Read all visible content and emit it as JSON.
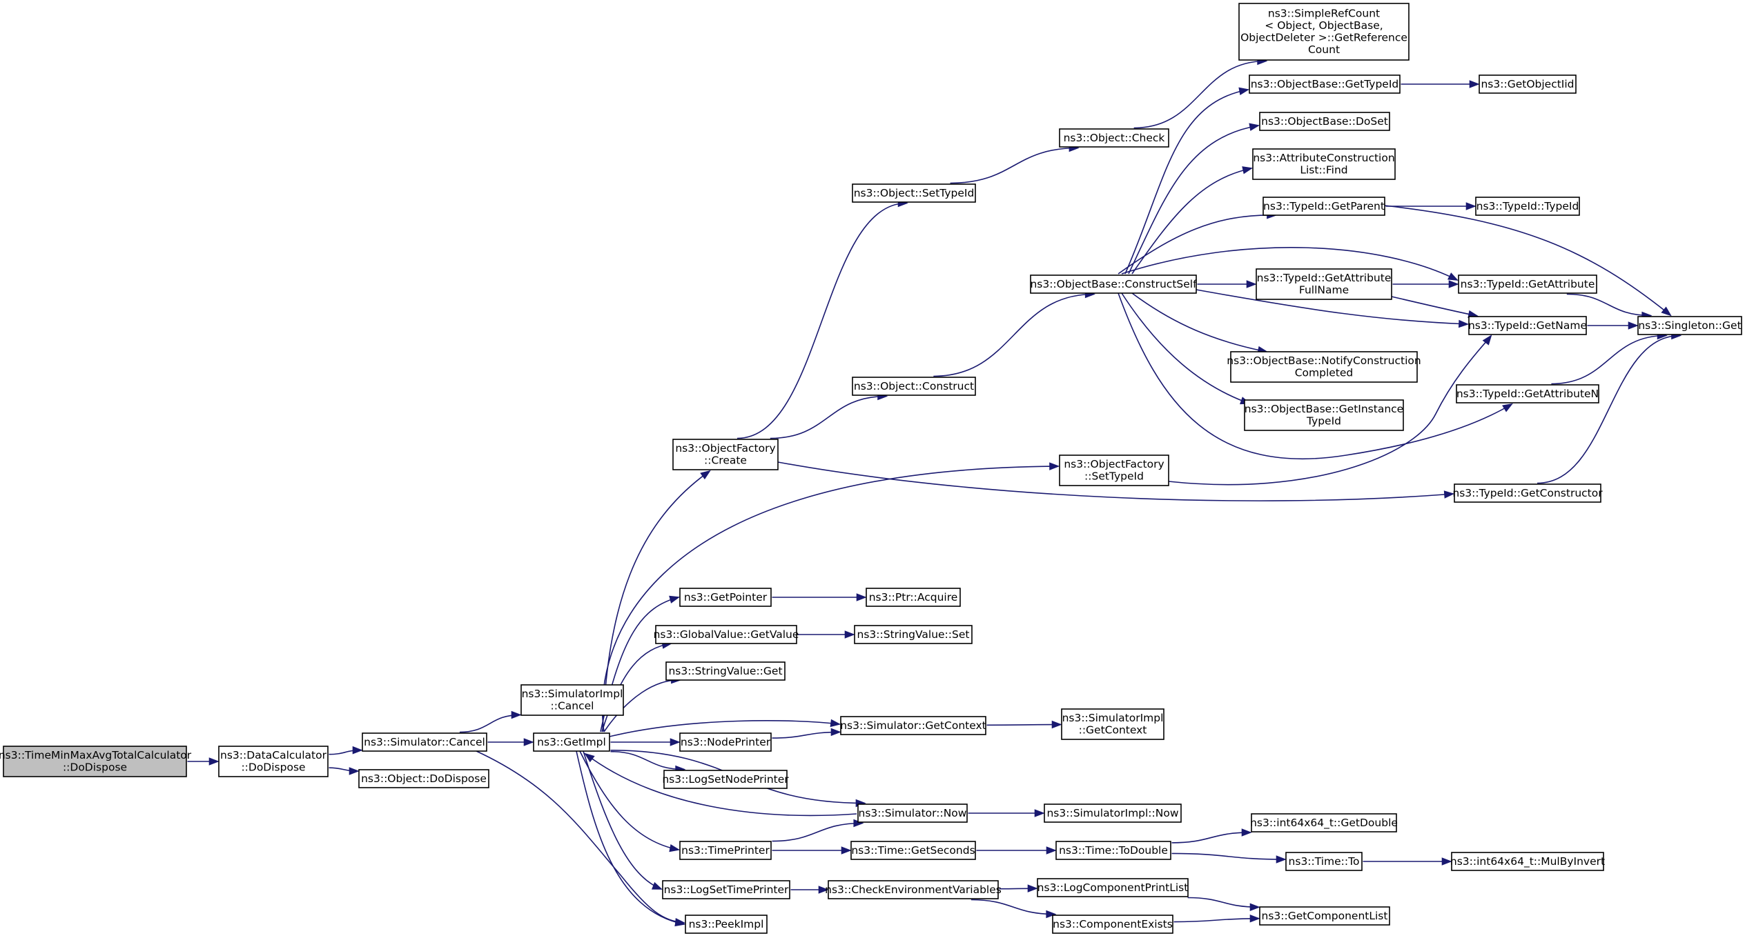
{
  "colors": {
    "edge": "#191970",
    "node_border": "#000000",
    "node_border_undocumented": "#ff0000",
    "root_fill": "#bfbfbf",
    "node_fill": "#ffffff"
  },
  "nodes": [
    {
      "id": "root",
      "lines": [
        "ns3::TimeMinMaxAvgTotalCalculator",
        "::DoDispose"
      ],
      "style": "root"
    },
    {
      "id": "dc_dodispose",
      "lines": [
        "ns3::DataCalculator",
        "::DoDispose"
      ]
    },
    {
      "id": "sim_cancel",
      "lines": [
        "ns3::Simulator::Cancel"
      ]
    },
    {
      "id": "obj_dodispose",
      "lines": [
        "ns3::Object::DoDispose"
      ]
    },
    {
      "id": "simimpl_cancel",
      "lines": [
        "ns3::SimulatorImpl",
        "::Cancel"
      ]
    },
    {
      "id": "getimpl",
      "lines": [
        "ns3::GetImpl"
      ]
    },
    {
      "id": "peekimpl",
      "lines": [
        "ns3::PeekImpl"
      ]
    },
    {
      "id": "objfactory_create",
      "lines": [
        "ns3::ObjectFactory",
        "::Create"
      ]
    },
    {
      "id": "getpointer",
      "lines": [
        "ns3::GetPointer"
      ]
    },
    {
      "id": "globalvalue_getvalue",
      "lines": [
        "ns3::GlobalValue::GetValue"
      ]
    },
    {
      "id": "stringvalue_get",
      "lines": [
        "ns3::StringValue::Get"
      ]
    },
    {
      "id": "nodeprinter",
      "lines": [
        "ns3::NodePrinter"
      ]
    },
    {
      "id": "logsetnodeprinter",
      "lines": [
        "ns3::LogSetNodePrinter"
      ]
    },
    {
      "id": "timeprinter",
      "lines": [
        "ns3::TimePrinter"
      ]
    },
    {
      "id": "logsettimeprinter",
      "lines": [
        "ns3::LogSetTimePrinter"
      ]
    },
    {
      "id": "obj_settypeid",
      "lines": [
        "ns3::Object::SetTypeId"
      ]
    },
    {
      "id": "obj_construct",
      "lines": [
        "ns3::Object::Construct"
      ]
    },
    {
      "id": "ptr_acquire",
      "lines": [
        "ns3::Ptr::Acquire"
      ]
    },
    {
      "id": "stringvalue_set",
      "lines": [
        "ns3::StringValue::Set"
      ]
    },
    {
      "id": "sim_getcontext",
      "lines": [
        "ns3::Simulator::GetContext"
      ]
    },
    {
      "id": "sim_now",
      "lines": [
        "ns3::Simulator::Now"
      ]
    },
    {
      "id": "time_getseconds",
      "lines": [
        "ns3::Time::GetSeconds"
      ]
    },
    {
      "id": "checkenv",
      "lines": [
        "ns3::CheckEnvironmentVariables"
      ]
    },
    {
      "id": "obj_check",
      "lines": [
        "ns3::Object::Check"
      ]
    },
    {
      "id": "objbase_constructself",
      "lines": [
        "ns3::ObjectBase::ConstructSelf"
      ]
    },
    {
      "id": "objfactory_settypeid",
      "lines": [
        "ns3::ObjectFactory",
        "::SetTypeId"
      ]
    },
    {
      "id": "simimpl_getcontext",
      "lines": [
        "ns3::SimulatorImpl",
        "::GetContext"
      ]
    },
    {
      "id": "simimpl_now",
      "lines": [
        "ns3::SimulatorImpl::Now"
      ]
    },
    {
      "id": "time_todouble",
      "lines": [
        "ns3::Time::ToDouble"
      ]
    },
    {
      "id": "logcomponentprintlist",
      "lines": [
        "ns3::LogComponentPrintList"
      ]
    },
    {
      "id": "componentexists",
      "lines": [
        "ns3::ComponentExists"
      ]
    },
    {
      "id": "simplerefcount",
      "lines": [
        "ns3::SimpleRefCount",
        "< Object, ObjectBase,",
        " ObjectDeleter >::GetReference",
        "Count"
      ]
    },
    {
      "id": "objbase_gettypeid",
      "lines": [
        "ns3::ObjectBase::GetTypeId"
      ]
    },
    {
      "id": "objbase_doset",
      "lines": [
        "ns3::ObjectBase::DoSet"
      ]
    },
    {
      "id": "attrconstructionlist_find",
      "lines": [
        "ns3::AttributeConstruction",
        "List::Find"
      ]
    },
    {
      "id": "typeid_getparent",
      "lines": [
        "ns3::TypeId::GetParent"
      ]
    },
    {
      "id": "typeid_getattributefullname",
      "lines": [
        "ns3::TypeId::GetAttribute",
        "FullName"
      ]
    },
    {
      "id": "objbase_notifyconstructioncompleted",
      "lines": [
        "ns3::ObjectBase::NotifyConstruction",
        "Completed"
      ]
    },
    {
      "id": "objbase_getinstancetypeid",
      "lines": [
        "ns3::ObjectBase::GetInstance",
        "TypeId"
      ]
    },
    {
      "id": "int64_getdouble",
      "lines": [
        "ns3::int64x64_t::GetDouble"
      ]
    },
    {
      "id": "time_to",
      "lines": [
        "ns3::Time::To"
      ],
      "style": "undocumented"
    },
    {
      "id": "getcomponentlist",
      "lines": [
        "ns3::GetComponentList"
      ]
    },
    {
      "id": "getobjectiid",
      "lines": [
        "ns3::GetObjectIid"
      ],
      "style": "undocumented"
    },
    {
      "id": "typeid_typeid",
      "lines": [
        "ns3::TypeId::TypeId"
      ]
    },
    {
      "id": "typeid_getattribute",
      "lines": [
        "ns3::TypeId::GetAttribute"
      ]
    },
    {
      "id": "typeid_getname",
      "lines": [
        "ns3::TypeId::GetName"
      ]
    },
    {
      "id": "typeid_getattributen",
      "lines": [
        "ns3::TypeId::GetAttributeN"
      ]
    },
    {
      "id": "typeid_getconstructor",
      "lines": [
        "ns3::TypeId::GetConstructor"
      ]
    },
    {
      "id": "int64_mulbyinvert",
      "lines": [
        "ns3::int64x64_t::MulByInvert"
      ],
      "style": "undocumented"
    },
    {
      "id": "singleton_get",
      "lines": [
        "ns3::Singleton::Get"
      ]
    }
  ],
  "edges": [
    [
      "root",
      "dc_dodispose"
    ],
    [
      "dc_dodispose",
      "sim_cancel"
    ],
    [
      "dc_dodispose",
      "obj_dodispose"
    ],
    [
      "sim_cancel",
      "simimpl_cancel"
    ],
    [
      "sim_cancel",
      "getimpl"
    ],
    [
      "sim_cancel",
      "peekimpl"
    ],
    [
      "getimpl",
      "objfactory_create"
    ],
    [
      "getimpl",
      "objfactory_settypeid"
    ],
    [
      "getimpl",
      "getpointer"
    ],
    [
      "getimpl",
      "globalvalue_getvalue"
    ],
    [
      "getimpl",
      "stringvalue_get"
    ],
    [
      "getimpl",
      "nodeprinter"
    ],
    [
      "getimpl",
      "sim_getcontext"
    ],
    [
      "getimpl",
      "logsetnodeprinter"
    ],
    [
      "getimpl",
      "sim_now"
    ],
    [
      "getimpl",
      "timeprinter"
    ],
    [
      "getimpl",
      "logsettimeprinter"
    ],
    [
      "getimpl",
      "peekimpl"
    ],
    [
      "objfactory_create",
      "obj_settypeid"
    ],
    [
      "objfactory_create",
      "obj_construct"
    ],
    [
      "objfactory_create",
      "typeid_getconstructor"
    ],
    [
      "obj_settypeid",
      "obj_check"
    ],
    [
      "obj_check",
      "simplerefcount"
    ],
    [
      "obj_construct",
      "objbase_constructself"
    ],
    [
      "objbase_constructself",
      "objbase_gettypeid"
    ],
    [
      "objbase_constructself",
      "objbase_doset"
    ],
    [
      "objbase_constructself",
      "attrconstructionlist_find"
    ],
    [
      "objbase_constructself",
      "typeid_getparent"
    ],
    [
      "objbase_constructself",
      "typeid_getattribute"
    ],
    [
      "objbase_constructself",
      "typeid_getattributefullname"
    ],
    [
      "objbase_constructself",
      "typeid_getname"
    ],
    [
      "objbase_constructself",
      "objbase_notifyconstructioncompleted"
    ],
    [
      "objbase_constructself",
      "objbase_getinstancetypeid"
    ],
    [
      "objbase_constructself",
      "typeid_getattributen"
    ],
    [
      "objbase_gettypeid",
      "getobjectiid"
    ],
    [
      "typeid_getparent",
      "typeid_typeid"
    ],
    [
      "typeid_getparent",
      "singleton_get"
    ],
    [
      "typeid_getattributefullname",
      "typeid_getattribute"
    ],
    [
      "typeid_getattributefullname",
      "typeid_getname"
    ],
    [
      "typeid_getattribute",
      "singleton_get"
    ],
    [
      "typeid_getname",
      "singleton_get"
    ],
    [
      "typeid_getattributen",
      "singleton_get"
    ],
    [
      "typeid_getconstructor",
      "singleton_get"
    ],
    [
      "objfactory_settypeid",
      "typeid_getname"
    ],
    [
      "getpointer",
      "ptr_acquire"
    ],
    [
      "globalvalue_getvalue",
      "stringvalue_set"
    ],
    [
      "nodeprinter",
      "sim_getcontext"
    ],
    [
      "sim_getcontext",
      "simimpl_getcontext"
    ],
    [
      "sim_now",
      "simimpl_now"
    ],
    [
      "sim_now",
      "getimpl"
    ],
    [
      "timeprinter",
      "sim_now"
    ],
    [
      "timeprinter",
      "time_getseconds"
    ],
    [
      "time_getseconds",
      "time_todouble"
    ],
    [
      "time_todouble",
      "int64_getdouble"
    ],
    [
      "time_todouble",
      "time_to"
    ],
    [
      "time_to",
      "int64_mulbyinvert"
    ],
    [
      "logsettimeprinter",
      "checkenv"
    ],
    [
      "checkenv",
      "logcomponentprintlist"
    ],
    [
      "checkenv",
      "componentexists"
    ],
    [
      "logcomponentprintlist",
      "getcomponentlist"
    ],
    [
      "componentexists",
      "getcomponentlist"
    ]
  ]
}
